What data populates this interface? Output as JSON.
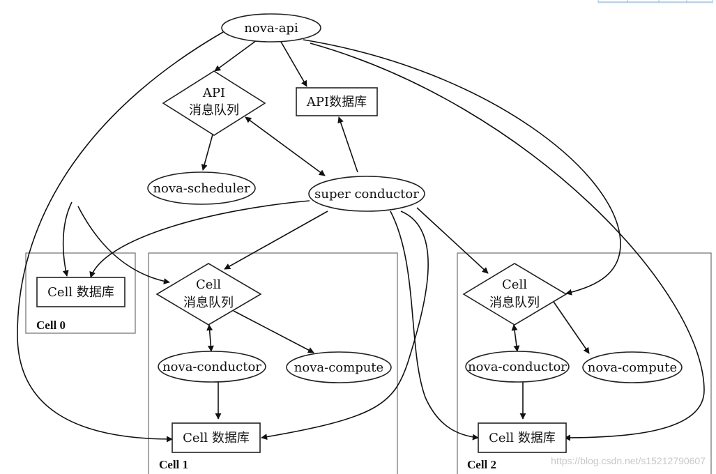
{
  "nodes": {
    "nova_api": "nova-api",
    "api_queue_line1": "API",
    "api_queue_line2": "消息队列",
    "api_db": "API数据库",
    "nova_scheduler": "nova-scheduler",
    "super_conductor": "super conductor",
    "cell0_db": "Cell 数据库",
    "cell1_queue_line1": "Cell",
    "cell1_queue_line2": "消息队列",
    "cell1_conductor": "nova-conductor",
    "cell1_compute": "nova-compute",
    "cell1_db": "Cell 数据库",
    "cell2_queue_line1": "Cell",
    "cell2_queue_line2": "消息队列",
    "cell2_conductor": "nova-conductor",
    "cell2_compute": "nova-compute",
    "cell2_db": "Cell 数据库"
  },
  "containers": {
    "cell0": "Cell 0",
    "cell1": "Cell 1",
    "cell2": "Cell 2"
  },
  "watermark": "https://blog.csdn.net/s15212790607"
}
